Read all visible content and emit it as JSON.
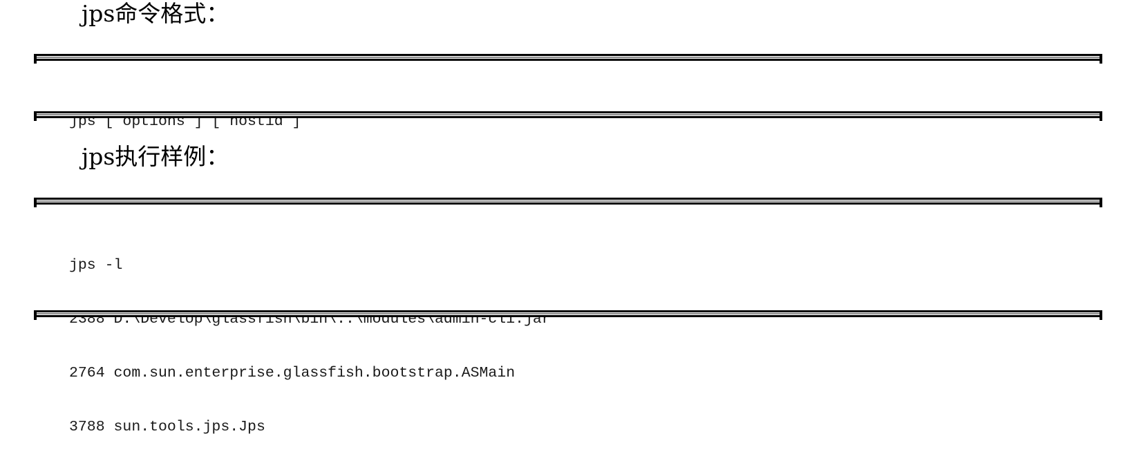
{
  "sections": [
    {
      "heading": "jps命令格式：",
      "code_lines": [
        "jps [ options ] [ hostid ]"
      ]
    },
    {
      "heading": "jps执行样例：",
      "code_lines": [
        "jps -l",
        "2388 D:\\Develop\\glassfish\\bin\\..\\modules\\admin-cli.jar",
        "2764 com.sun.enterprise.glassfish.bootstrap.ASMain",
        "3788 sun.tools.jps.Jps"
      ]
    }
  ]
}
